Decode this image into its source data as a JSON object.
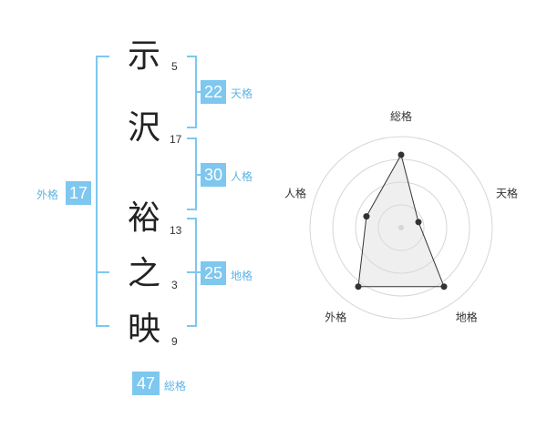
{
  "name_chars": [
    {
      "char": "示",
      "strokes": "5"
    },
    {
      "char": "沢",
      "strokes": "17"
    },
    {
      "char": "裕",
      "strokes": "13"
    },
    {
      "char": "之",
      "strokes": "3"
    },
    {
      "char": "映",
      "strokes": "9"
    }
  ],
  "fortunes": {
    "tenkaku": {
      "value": "22",
      "label": "天格"
    },
    "jinkaku": {
      "value": "30",
      "label": "人格"
    },
    "chikaku": {
      "value": "25",
      "label": "地格"
    },
    "gaikaku": {
      "value": "17",
      "label": "外格"
    },
    "soukaku": {
      "value": "47",
      "label": "総格"
    }
  },
  "colors": {
    "accent": "#7ec7ef",
    "accent_text": "#5db3e6",
    "bracket": "#7ec7ef"
  },
  "chart_data": {
    "type": "radar",
    "axes": [
      "総格",
      "天格",
      "地格",
      "外格",
      "人格"
    ],
    "values": [
      0.8,
      0.2,
      0.8,
      0.8,
      0.4
    ],
    "range": [
      0,
      1
    ],
    "rings": 4
  }
}
